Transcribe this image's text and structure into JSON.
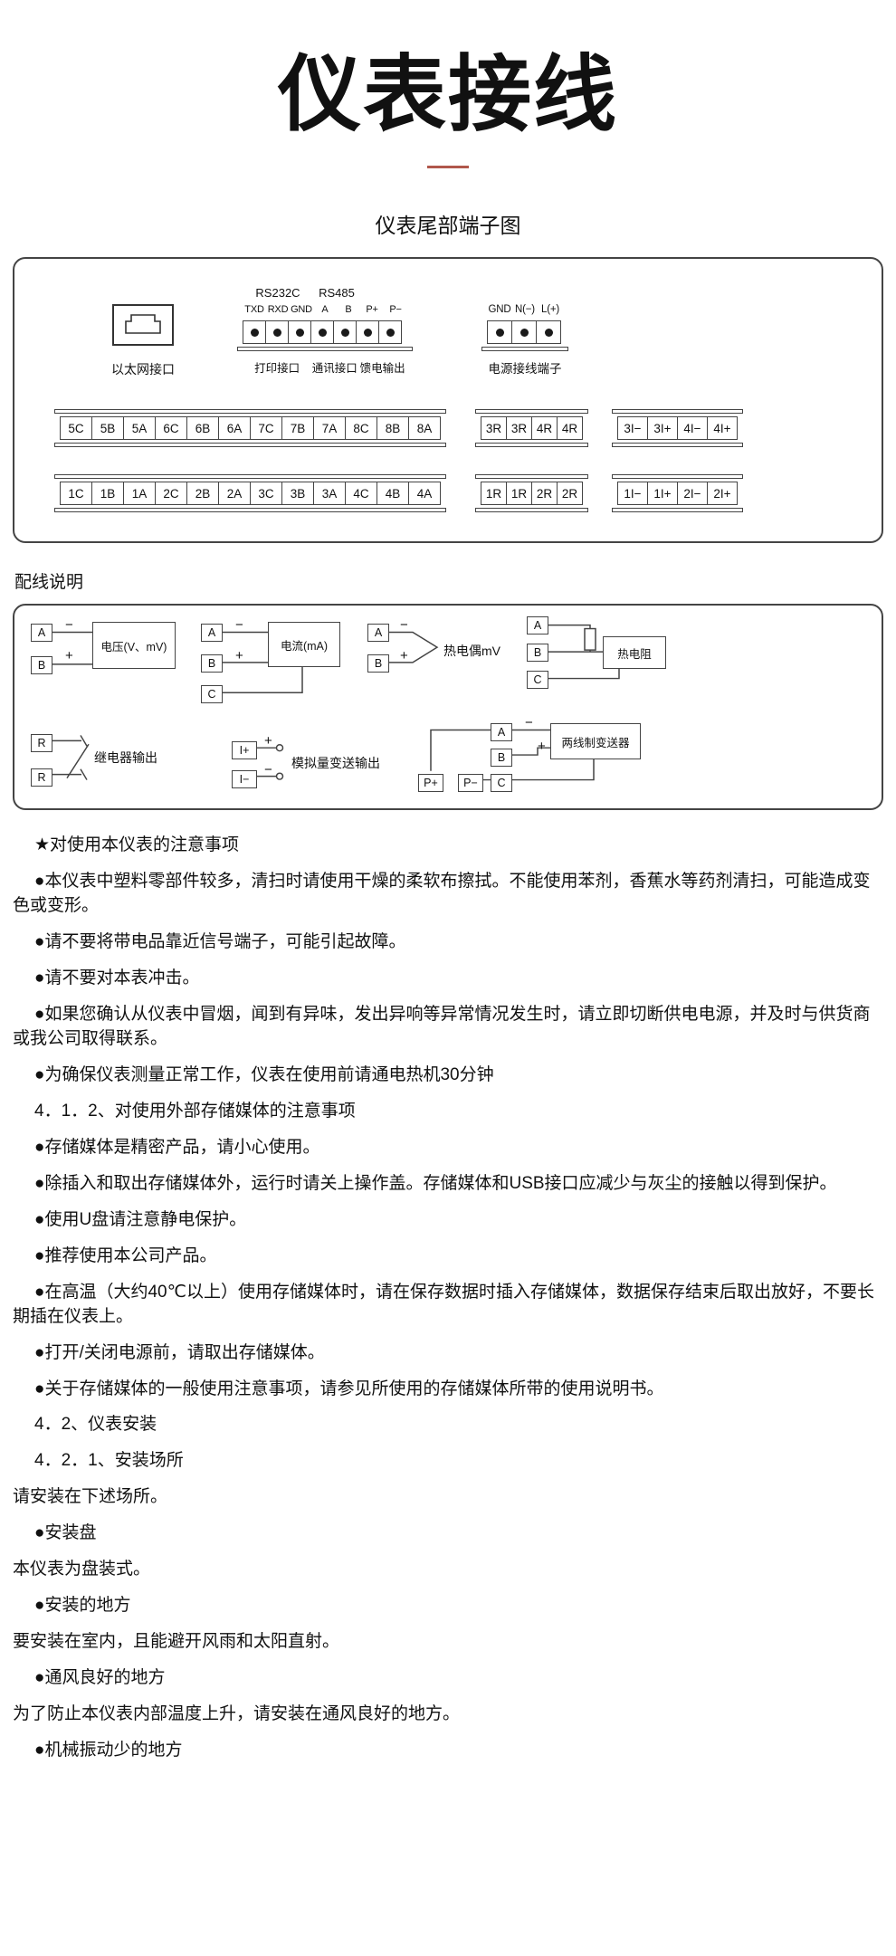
{
  "theme": {
    "accent": "#b0574b",
    "line": "#444444",
    "text": "#111111"
  },
  "title": "仪表接线",
  "subtitle": "仪表尾部端子图",
  "signs": {
    "plus": "+",
    "minus": "−"
  },
  "terminal_panel": {
    "ethernet_label": "以太网接口",
    "rs232c_label": "RS232C",
    "rs485_label": "RS485",
    "comm_pins": [
      "TXD",
      "RXD",
      "GND",
      "A",
      "B",
      "P+",
      "P−"
    ],
    "comm_port_labels": [
      "打印接口",
      "通讯接口",
      "馈电输出"
    ],
    "power_pins": [
      "GND",
      "N(−)",
      "L(+)"
    ],
    "power_label": "电源接线端子",
    "strip_row1": {
      "group1": [
        "5C",
        "5B",
        "5A",
        "6C",
        "6B",
        "6A",
        "7C",
        "7B",
        "7A",
        "8C",
        "8B",
        "8A"
      ],
      "group2": [
        "3R",
        "3R",
        "4R",
        "4R"
      ],
      "group3": [
        "3I−",
        "3I+",
        "4I−",
        "4I+"
      ]
    },
    "strip_row2": {
      "group1": [
        "1C",
        "1B",
        "1A",
        "2C",
        "2B",
        "2A",
        "3C",
        "3B",
        "3A",
        "4C",
        "4B",
        "4A"
      ],
      "group2": [
        "1R",
        "1R",
        "2R",
        "2R"
      ],
      "group3": [
        "1I−",
        "1I+",
        "2I−",
        "2I+"
      ]
    }
  },
  "wiring_section_label": "配线说明",
  "wiring": {
    "voltage": {
      "pins": [
        "A",
        "B"
      ],
      "label": "电压(V、mV)"
    },
    "current": {
      "pins": [
        "A",
        "B",
        "C"
      ],
      "label": "电流(mA)"
    },
    "thermocouple": {
      "pins": [
        "A",
        "B"
      ],
      "label": "热电偶mV"
    },
    "rtd": {
      "pins": [
        "A",
        "B",
        "C"
      ],
      "label": "热电阻"
    },
    "relay": {
      "pins": [
        "R",
        "R"
      ],
      "label": "继电器输出"
    },
    "analog_out": {
      "pins": [
        "I+",
        "I−"
      ],
      "label": "模拟量变送输出"
    },
    "transmitter": {
      "pins_power": [
        "P+",
        "P−"
      ],
      "pins_abc": [
        "A",
        "B",
        "C"
      ],
      "label": "两线制变送器"
    }
  },
  "notes": [
    "★对使用本仪表的注意事项",
    "●本仪表中塑料零部件较多，清扫时请使用干燥的柔软布擦拭。不能使用苯剂，香蕉水等药剂清扫，可能造成变色或变形。",
    "●请不要将带电品靠近信号端子，可能引起故障。",
    "●请不要对本表冲击。",
    "●如果您确认从仪表中冒烟，闻到有异味，发出异响等异常情况发生时，请立即切断供电电源，并及时与供货商或我公司取得联系。",
    "●为确保仪表测量正常工作，仪表在使用前请通电热机30分钟",
    "4．1．2、对使用外部存储媒体的注意事项",
    "●存储媒体是精密产品，请小心使用。",
    "●除插入和取出存储媒体外，运行时请关上操作盖。存储媒体和USB接口应减少与灰尘的接触以得到保护。",
    "●使用U盘请注意静电保护。",
    "●推荐使用本公司产品。",
    "●在高温（大约40℃以上）使用存储媒体时，请在保存数据时插入存储媒体，数据保存结束后取出放好，不要长期插在仪表上。",
    "●打开/关闭电源前，请取出存储媒体。",
    "●关于存储媒体的一般使用注意事项，请参见所使用的存储媒体所带的使用说明书。",
    "4．2、仪表安装",
    "4．2．1、安装场所",
    "请安装在下述场所。",
    "●安装盘",
    "本仪表为盘装式。",
    "●安装的地方",
    "要安装在室内，且能避开风雨和太阳直射。",
    "●通风良好的地方",
    "为了防止本仪表内部温度上升，请安装在通风良好的地方。",
    "●机械振动少的地方"
  ]
}
